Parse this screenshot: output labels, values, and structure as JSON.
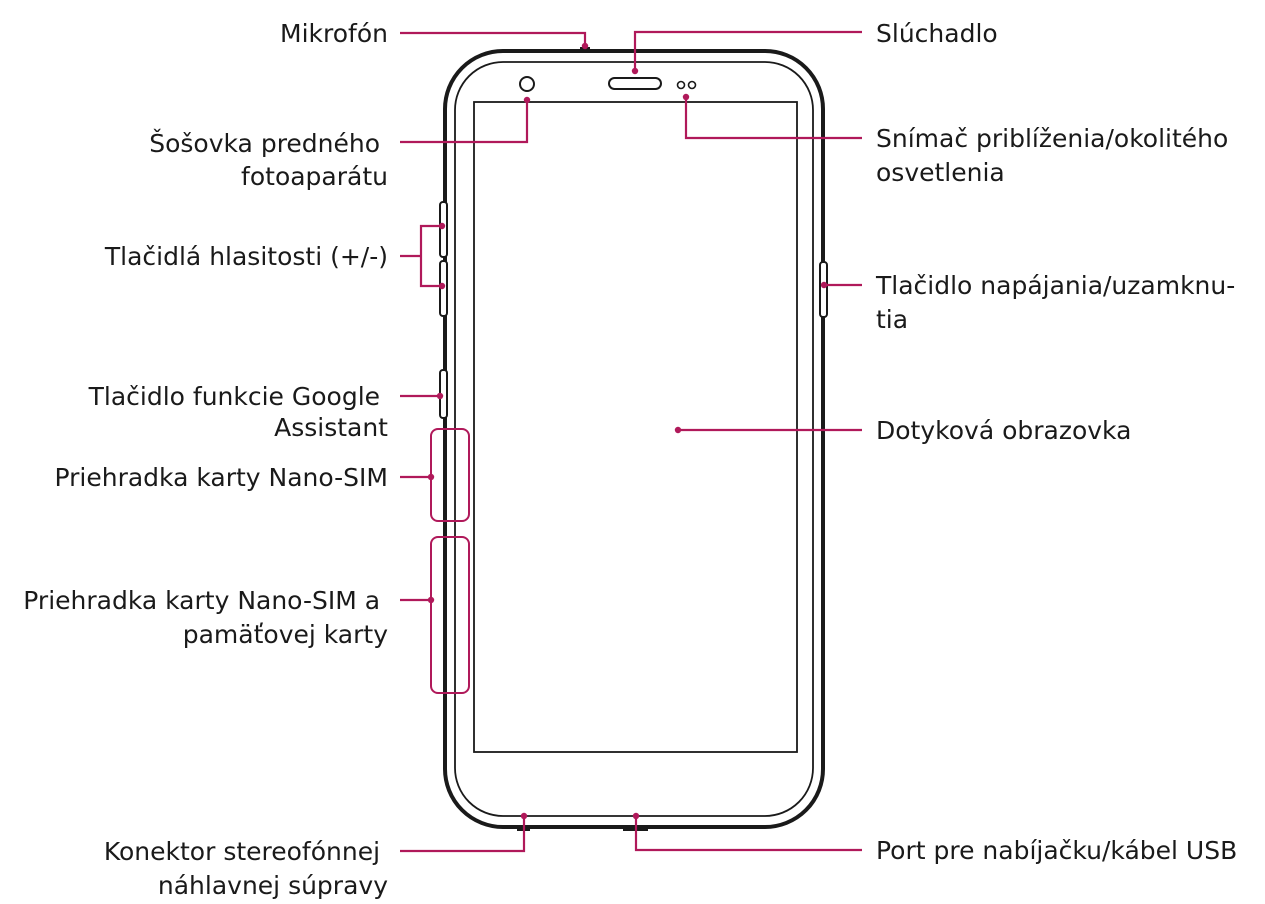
{
  "colors": {
    "accent": "#b0195a",
    "outline": "#1a1a1a",
    "background": "#ffffff"
  },
  "labels": {
    "microphone": [
      "Mikrofón"
    ],
    "front_camera": [
      "Šošovka predného",
      "fotoaparátu"
    ],
    "volume": [
      "Tlačidlá hlasitosti (+/-)"
    ],
    "assistant": [
      "Tlačidlo funkcie Google",
      "Assistant"
    ],
    "sim_tray": [
      "Priehradka karty Nano-SIM"
    ],
    "sim_memory_tray": [
      "Priehradka karty Nano-SIM a",
      "pamäťovej karty"
    ],
    "headset_jack": [
      "Konektor stereofónnej",
      "náhlavnej súpravy"
    ],
    "earpiece": [
      "Slúchadlo"
    ],
    "proximity_sensor": [
      "Snímač priblíženia/okolitého",
      "osvetlenia"
    ],
    "power_button": [
      "Tlačidlo napájania/uzamknu-",
      "tia"
    ],
    "touchscreen": [
      "Dotyková obrazovka"
    ],
    "usb_port": [
      "Port pre nabíjačku/kábel USB"
    ]
  }
}
